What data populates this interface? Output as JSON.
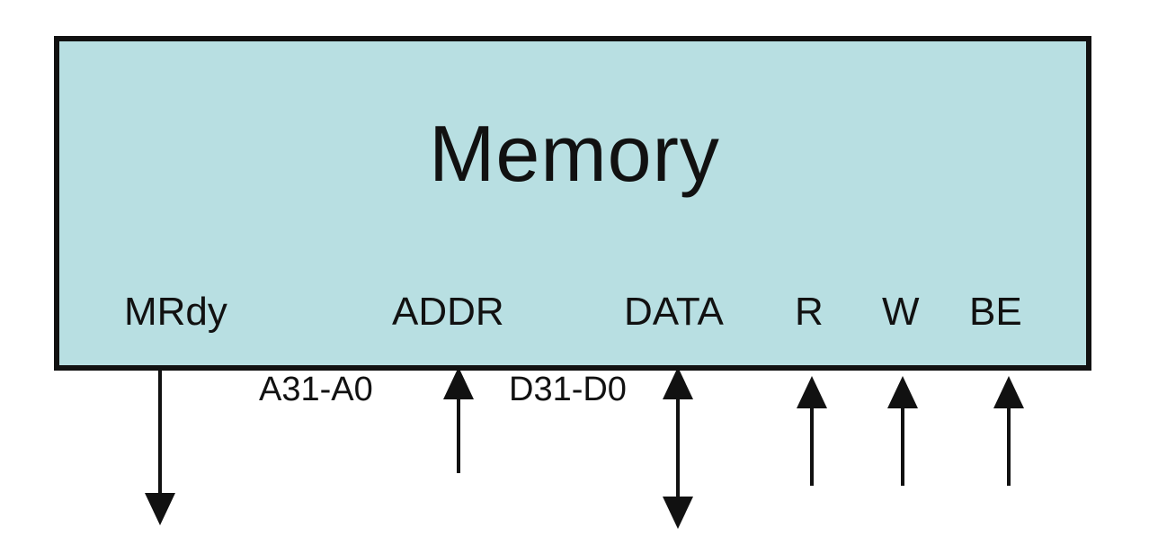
{
  "memory_block": {
    "title": "Memory",
    "fill_color": "#b8dfe2",
    "pins": {
      "mrdy": "MRdy",
      "addr": "ADDR",
      "data": "DATA",
      "r": "R",
      "w": "W",
      "be": "BE"
    }
  },
  "bus_labels": {
    "address": "A31-A0",
    "data": "D31-D0"
  },
  "signals": {
    "mrdy": "output",
    "addr": "input",
    "data": "bidirectional",
    "r": "input",
    "w": "input",
    "be": "input"
  }
}
